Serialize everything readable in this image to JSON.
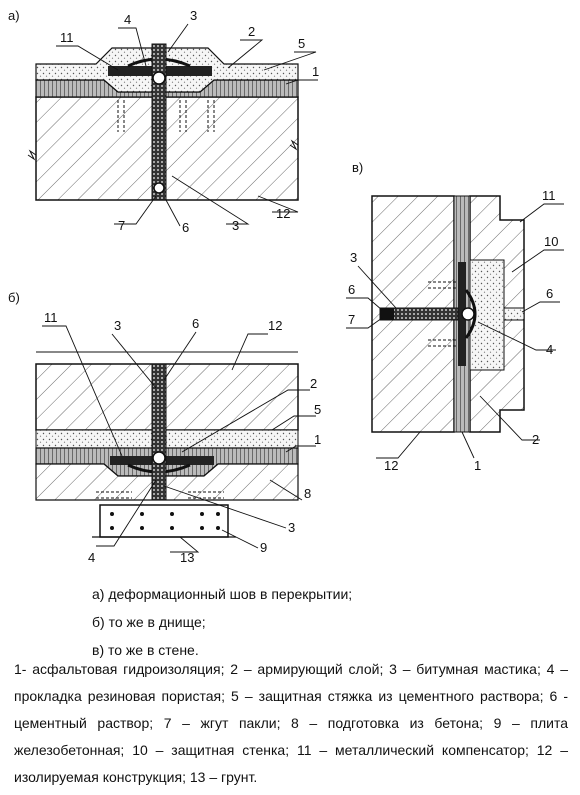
{
  "panels": {
    "a": "а)",
    "b": "б)",
    "v": "в)"
  },
  "callouts": {
    "a": [
      "11",
      "4",
      "3",
      "2",
      "5",
      "1",
      "7",
      "6",
      "3",
      "12"
    ],
    "b": [
      "11",
      "3",
      "6",
      "12",
      "2",
      "5",
      "1",
      "8",
      "3",
      "9",
      "4",
      "13"
    ],
    "v": [
      "11",
      "10",
      "3",
      "6",
      "7",
      "6",
      "4",
      "2",
      "12",
      "1"
    ]
  },
  "captions": [
    "а)  деформационный шов в перекрытии;",
    "б)  то же в днище;",
    "в)  то же в стене."
  ],
  "legend": "1- асфальтовая гидроизоляция; 2 – армирующий слой; 3 – битумная мастика; 4 – прокладка резиновая пористая; 5 – защитная стяжка из цементного раствора; 6 -  цементный раствор; 7 – жгут пакли; 8 – подготовка из бетона; 9 – плита железобетонная; 10 – защитная стенка; 11 – металлический компенсатор; 12 – изолируемая конструкция; 13 – грунт."
}
